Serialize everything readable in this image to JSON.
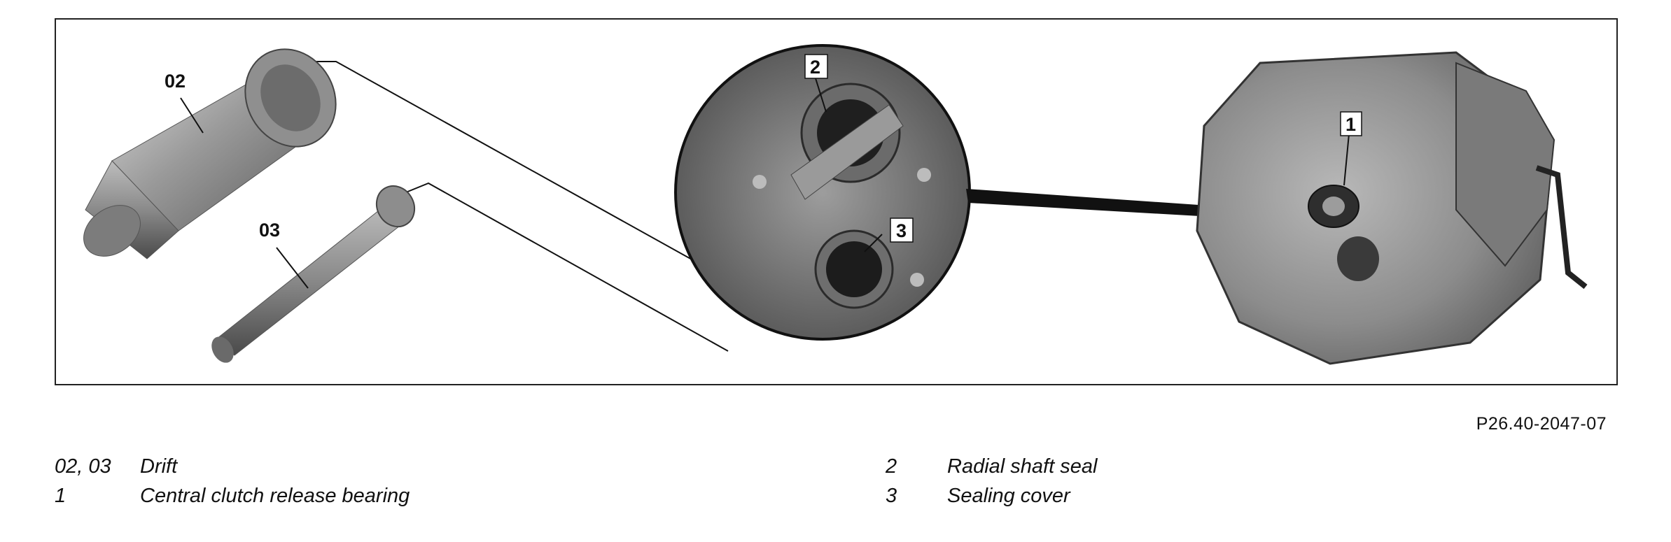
{
  "callouts": {
    "drift_02": "02",
    "drift_03": "03",
    "seal_2": "2",
    "cover_3": "3",
    "bearing_1": "1"
  },
  "figure_id": "P26.40-2047-07",
  "legend": {
    "left": [
      {
        "key": "02, 03",
        "desc": "Drift"
      },
      {
        "key": "1",
        "desc": "Central clutch release bearing"
      }
    ],
    "right": [
      {
        "key": "2",
        "desc": "Radial shaft seal"
      },
      {
        "key": "3",
        "desc": "Sealing cover"
      }
    ]
  }
}
